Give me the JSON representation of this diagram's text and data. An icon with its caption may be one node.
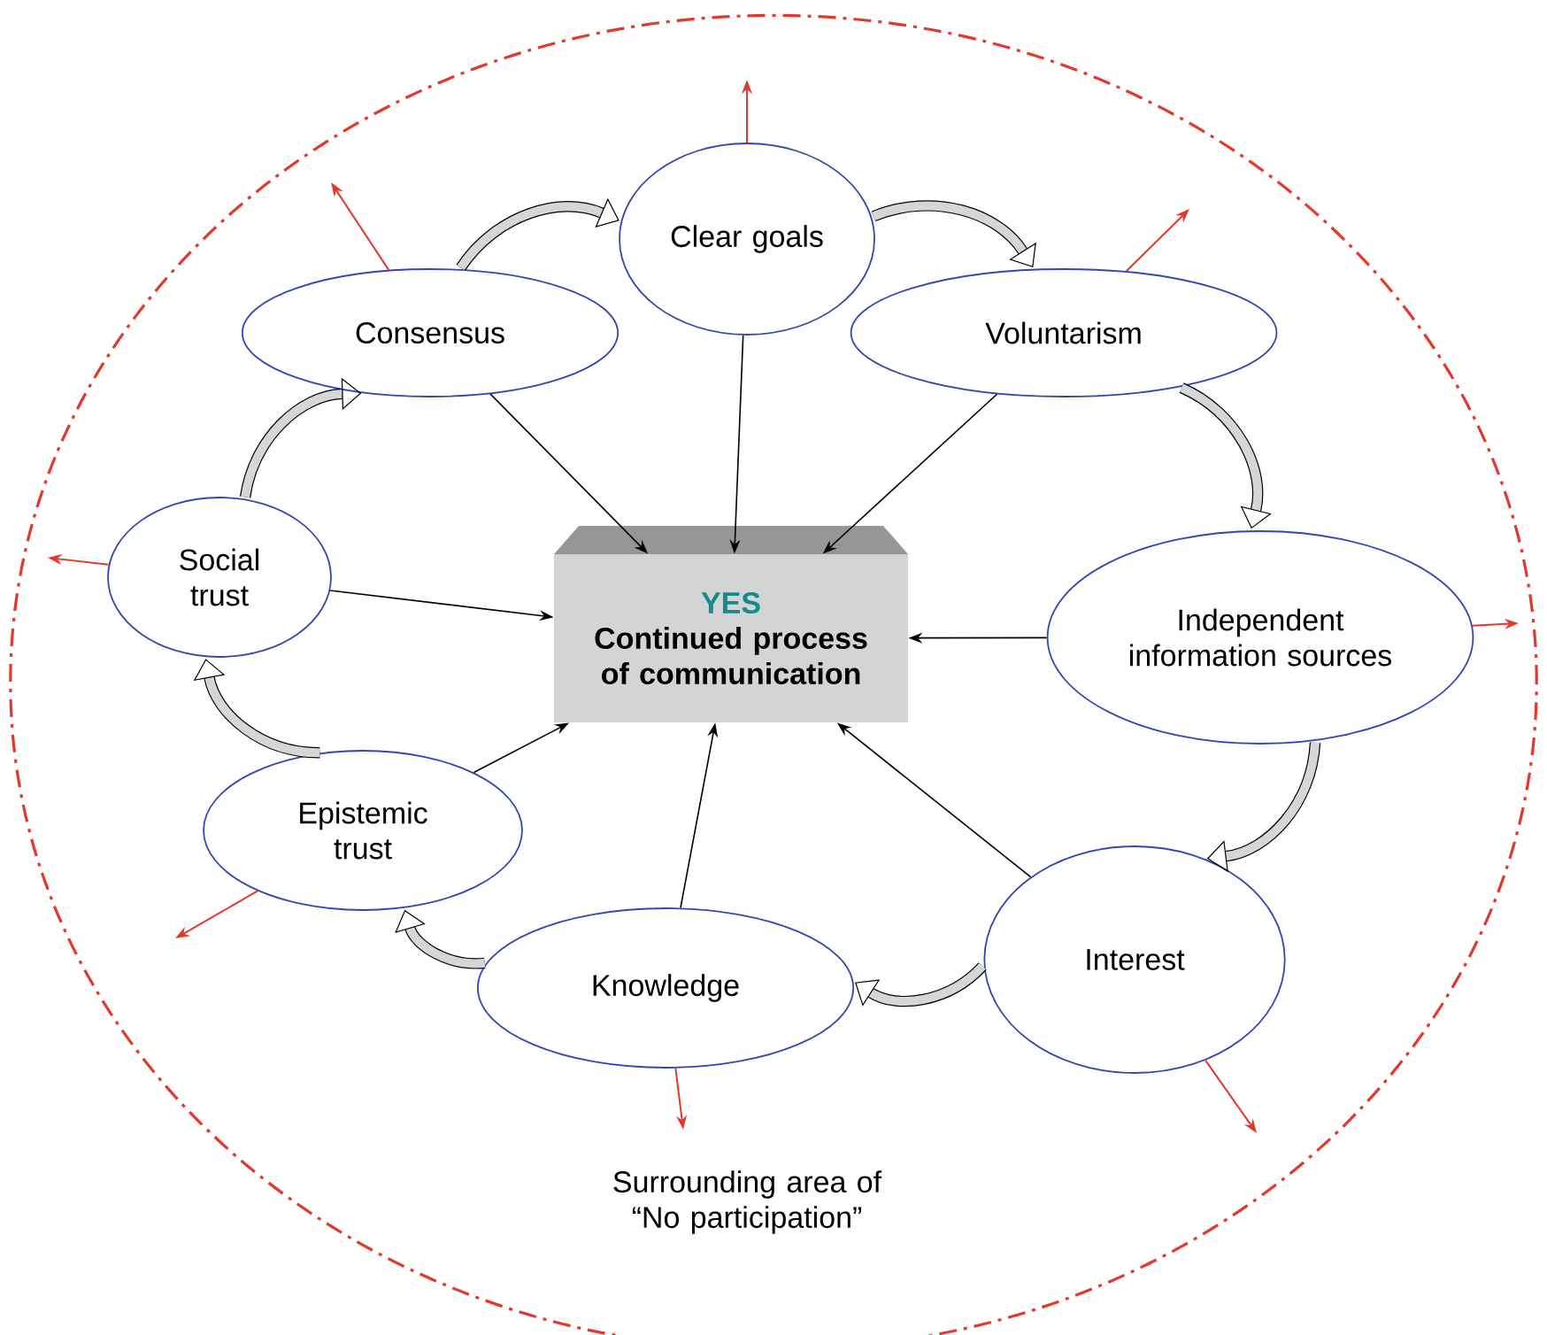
{
  "diagram": {
    "nodes": [
      {
        "text": [
          "Surrounding area of “No participation”"
        ]
      },
      {
        "text": [
          "YES",
          "Continued process of communication"
        ],
        "in": 0
      },
      {
        "text": [
          "Clear goals"
        ],
        "in": 0
      },
      {
        "text": [
          "Consensus"
        ],
        "in": 0
      },
      {
        "text": [
          "Voluntarism"
        ],
        "in": 0
      },
      {
        "text": [
          "Social trust"
        ],
        "in": 0
      },
      {
        "text": [
          "Independent information sources"
        ],
        "in": 0
      },
      {
        "text": [
          "Epistemic trust"
        ],
        "in": 0
      },
      {
        "text": [
          "Interest"
        ],
        "in": 0
      },
      {
        "text": [
          "Knowledge"
        ],
        "in": 0
      }
    ],
    "edges": [
      {
        "from": 2,
        "to": 1,
        "arrow": "to"
      },
      {
        "from": 3,
        "to": 1,
        "arrow": "to"
      },
      {
        "from": 4,
        "to": 1,
        "arrow": "to"
      },
      {
        "from": 5,
        "to": 1,
        "arrow": "to"
      },
      {
        "from": 6,
        "to": 1,
        "arrow": "to"
      },
      {
        "from": 7,
        "to": 1,
        "arrow": "to"
      },
      {
        "from": 8,
        "to": 1,
        "arrow": "to"
      },
      {
        "from": 9,
        "to": 1,
        "arrow": "to"
      },
      {
        "from": 3,
        "to": 2,
        "arrow": "to",
        "style": "thick"
      },
      {
        "from": 2,
        "to": 4,
        "arrow": "to",
        "style": "thick"
      },
      {
        "from": 4,
        "to": 6,
        "arrow": "to",
        "style": "thick"
      },
      {
        "from": 6,
        "to": 8,
        "arrow": "to",
        "style": "thick"
      },
      {
        "from": 8,
        "to": 9,
        "arrow": "to",
        "style": "thick"
      },
      {
        "from": 9,
        "to": 7,
        "arrow": "to",
        "style": "thick"
      },
      {
        "from": 7,
        "to": 5,
        "arrow": "to",
        "style": "thick"
      },
      {
        "from": 5,
        "to": 3,
        "arrow": "to",
        "style": "thick"
      },
      {
        "from": 2,
        "to": null,
        "arrow": "to",
        "color": "#e3382b"
      },
      {
        "from": 3,
        "to": null,
        "arrow": "to",
        "color": "#e3382b"
      },
      {
        "from": 4,
        "to": null,
        "arrow": "to",
        "color": "#e3382b"
      },
      {
        "from": 5,
        "to": null,
        "arrow": "to",
        "color": "#e3382b"
      },
      {
        "from": 6,
        "to": null,
        "arrow": "to",
        "color": "#e3382b"
      },
      {
        "from": 7,
        "to": null,
        "arrow": "to",
        "color": "#e3382b"
      },
      {
        "from": 8,
        "to": null,
        "arrow": "to",
        "color": "#e3382b"
      },
      {
        "from": 9,
        "to": null,
        "arrow": "to",
        "color": "#e3382b"
      }
    ]
  }
}
